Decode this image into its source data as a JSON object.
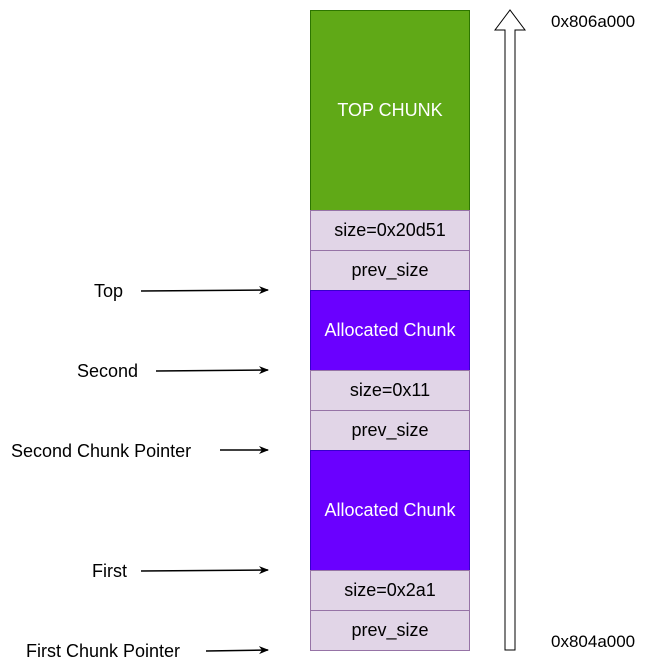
{
  "blocks": {
    "top_chunk": "TOP CHUNK",
    "size_top": "size=0x20d51",
    "prev_size_1": "prev_size",
    "allocated_1": "Allocated Chunk",
    "size_second": "size=0x11",
    "prev_size_2": "prev_size",
    "allocated_2": "Allocated Chunk",
    "size_first": "size=0x2a1",
    "prev_size_3": "prev_size"
  },
  "pointers": {
    "top": "Top",
    "second": "Second",
    "second_chunk_pointer": "Second Chunk Pointer",
    "first": "First",
    "first_chunk_pointer": "First Chunk Pointer"
  },
  "addresses": {
    "high": "0x806a000",
    "low": "0x804a000"
  },
  "colors": {
    "top_chunk": "#60a917",
    "allocated": "#6a00ff",
    "metadata": "#e1d5e7"
  }
}
